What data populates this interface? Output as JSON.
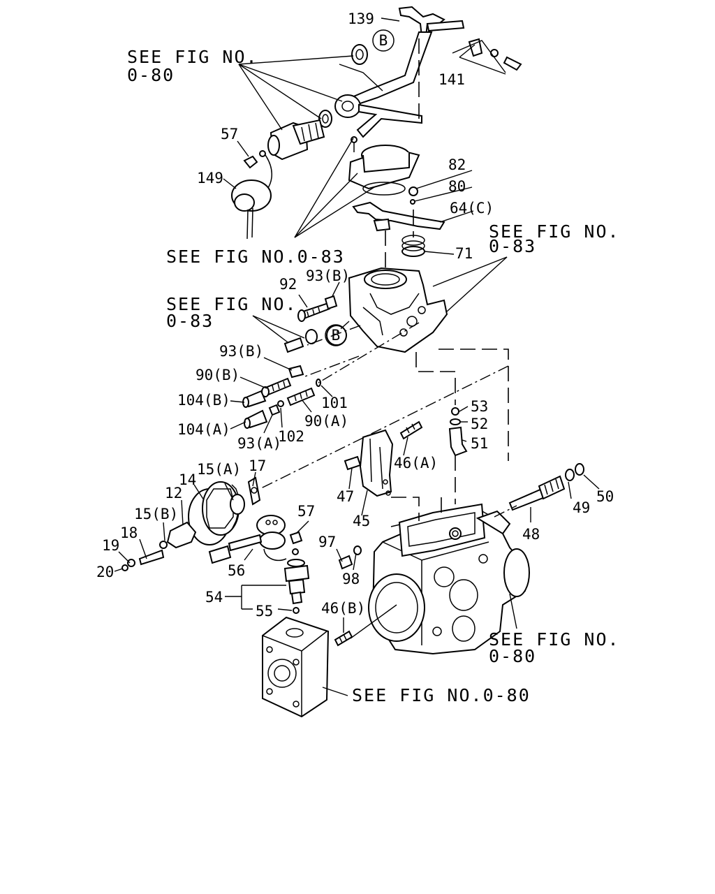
{
  "labels": {
    "p139": "139",
    "p141": "141",
    "p57a": "57",
    "p149": "149",
    "p82": "82",
    "p80": "80",
    "p64c": "64(C)",
    "p71": "71",
    "p93b_top": "93(B)",
    "p92": "92",
    "p93b": "93(B)",
    "p90b": "90(B)",
    "p104b": "104(B)",
    "p104a": "104(A)",
    "p93a": "93(A)",
    "p102": "102",
    "p90a": "90(A)",
    "p101": "101",
    "p53": "53",
    "p52": "52",
    "p51": "51",
    "p46a": "46(A)",
    "p47": "47",
    "p45": "45",
    "p17": "17",
    "p15a": "15(A)",
    "p14": "14",
    "p12": "12",
    "p15b": "15(B)",
    "p18": "18",
    "p19": "19",
    "p20": "20",
    "p57b": "57",
    "p56": "56",
    "p54": "54",
    "p55": "55",
    "p97": "97",
    "p98": "98",
    "p46b": "46(B)",
    "p48": "48",
    "p49": "49",
    "p50": "50"
  },
  "refs": {
    "r1_l1": "SEE FIG NO.",
    "r1_l2": "0-80",
    "r2": "SEE FIG NO.0-83",
    "r3_l1": "SEE FIG NO.",
    "r3_l2": "0-83",
    "r4_l1": "SEE FIG NO.",
    "r4_l2": "0-83",
    "r5_l1": "SEE FIG NO.",
    "r5_l2": "0-80",
    "r6": "SEE FIG NO.0-80"
  },
  "markers": {
    "b1": "B",
    "b2": "B"
  }
}
